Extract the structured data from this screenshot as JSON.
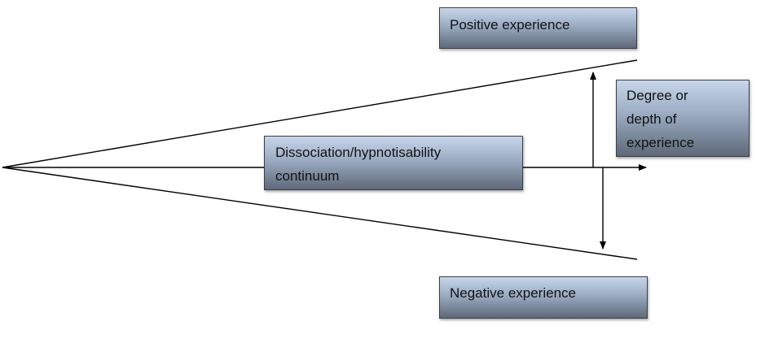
{
  "diagram": {
    "positive_label": "Positive experience",
    "negative_label": "Negative experience",
    "degree_lines": [
      "Degree or",
      "depth of",
      "experience"
    ],
    "continuum_lines": [
      "Dissociation/hypnotisability",
      "continuum"
    ],
    "colors": {
      "box_top": "#c7d6ea",
      "box_bottom": "#5e6978",
      "line": "#000000"
    }
  }
}
